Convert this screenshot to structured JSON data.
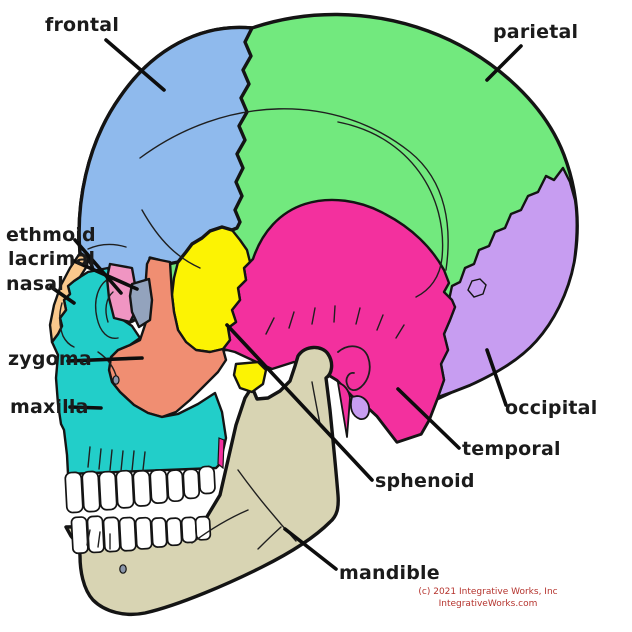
{
  "background": "#ffffff",
  "outline_color": "#141414",
  "teeth_color": "#ffffff",
  "foramen_color": "#8a96aa",
  "bones": [
    {
      "id": "frontal",
      "label": "frontal",
      "color": "#8fbaed"
    },
    {
      "id": "parietal",
      "label": "parietal",
      "color": "#72e97e"
    },
    {
      "id": "ethmoid",
      "label": "ethmoid",
      "color": "#f095c2"
    },
    {
      "id": "lacrimal",
      "label": "lacrimal",
      "color": "#93a3bd"
    },
    {
      "id": "nasal",
      "label": "nasal",
      "color": "#fac88c"
    },
    {
      "id": "zygoma",
      "label": "zygoma",
      "color": "#f08e72"
    },
    {
      "id": "maxilla",
      "label": "maxilla",
      "color": "#22cec9"
    },
    {
      "id": "sphenoid",
      "label": "sphenoid",
      "color": "#fcf303"
    },
    {
      "id": "temporal",
      "label": "temporal",
      "color": "#f3309e"
    },
    {
      "id": "occipital",
      "label": "occipital",
      "color": "#c79df1"
    },
    {
      "id": "mandible",
      "label": "mandible",
      "color": "#d8d4b3"
    }
  ],
  "footer": {
    "line1": "(c) 2021 Integrative Works, Inc",
    "line2": "IntegrativeWorks.com",
    "color": "#b5342e"
  }
}
